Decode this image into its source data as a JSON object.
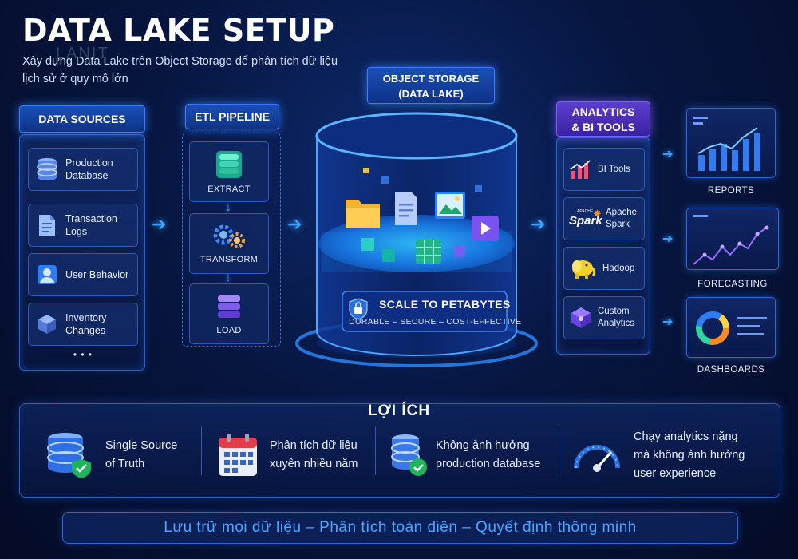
{
  "header": {
    "title": "DATA LAKE SETUP",
    "subtitle": "Xây dựng Data Lake trên Object Storage để phân tích dữ liệu lịch sử ở quy mô lớn",
    "watermark": "LANIT"
  },
  "sources": {
    "title": "DATA SOURCES",
    "items": [
      {
        "label": "Production Database",
        "icon": "database-icon"
      },
      {
        "label": "Transaction Logs",
        "icon": "document-icon"
      },
      {
        "label": "User Behavior",
        "icon": "user-icon"
      },
      {
        "label": "Inventory Changes",
        "icon": "cube-icon"
      }
    ],
    "more": "• • •"
  },
  "etl": {
    "title": "ETL PIPELINE",
    "steps": [
      {
        "label": "EXTRACT",
        "icon": "database-icon"
      },
      {
        "label": "TRANSFORM",
        "icon": "gears-icon"
      },
      {
        "label": "LOAD",
        "icon": "layers-icon"
      }
    ]
  },
  "storage": {
    "title_line1": "OBJECT STORAGE",
    "title_line2": "(DATA LAKE)",
    "scale": "SCALE TO PETABYTES",
    "tagline": "DURABLE – SECURE – COST-EFFECTIVE"
  },
  "analytics": {
    "title_line1": "ANALYTICS",
    "title_line2": "& BI TOOLS",
    "items": [
      {
        "label": "BI Tools",
        "icon": "bar-chart-icon"
      },
      {
        "label": "Apache Spark",
        "icon": "spark-logo-icon",
        "logo_text": "Spark",
        "logo_small": "APACHE"
      },
      {
        "label": "Hadoop",
        "icon": "hadoop-elephant-icon"
      },
      {
        "label": "Custom Analytics",
        "icon": "cube-icon"
      }
    ]
  },
  "outputs": [
    {
      "label": "REPORTS",
      "icon": "report-chart-icon"
    },
    {
      "label": "FORECASTING",
      "icon": "forecast-chart-icon"
    },
    {
      "label": "DASHBOARDS",
      "icon": "dashboard-icon"
    }
  ],
  "benefits": {
    "title": "LỢI ÍCH",
    "items": [
      {
        "line1": "Single Source",
        "line2": "of Truth",
        "icon": "database-check-icon"
      },
      {
        "line1": "Phân tích dữ liệu",
        "line2": "xuyên nhiều năm",
        "icon": "calendar-icon"
      },
      {
        "line1": "Không ảnh hưởng",
        "line2": "production database",
        "icon": "database-check-icon"
      },
      {
        "line1": "Chạy analytics nặng",
        "line2": "mà không ảnh hưởng",
        "line3": "user experience",
        "icon": "speedometer-icon"
      }
    ]
  },
  "footer": "Lưu trữ mọi dữ liệu – Phân tích toàn diện – Quyết định thông minh",
  "colors": {
    "accent": "#3fa0ff",
    "panel_border": "#2b62c9",
    "header_bg": "#1a4fb6",
    "analytics_header": "#4a2fb0"
  }
}
